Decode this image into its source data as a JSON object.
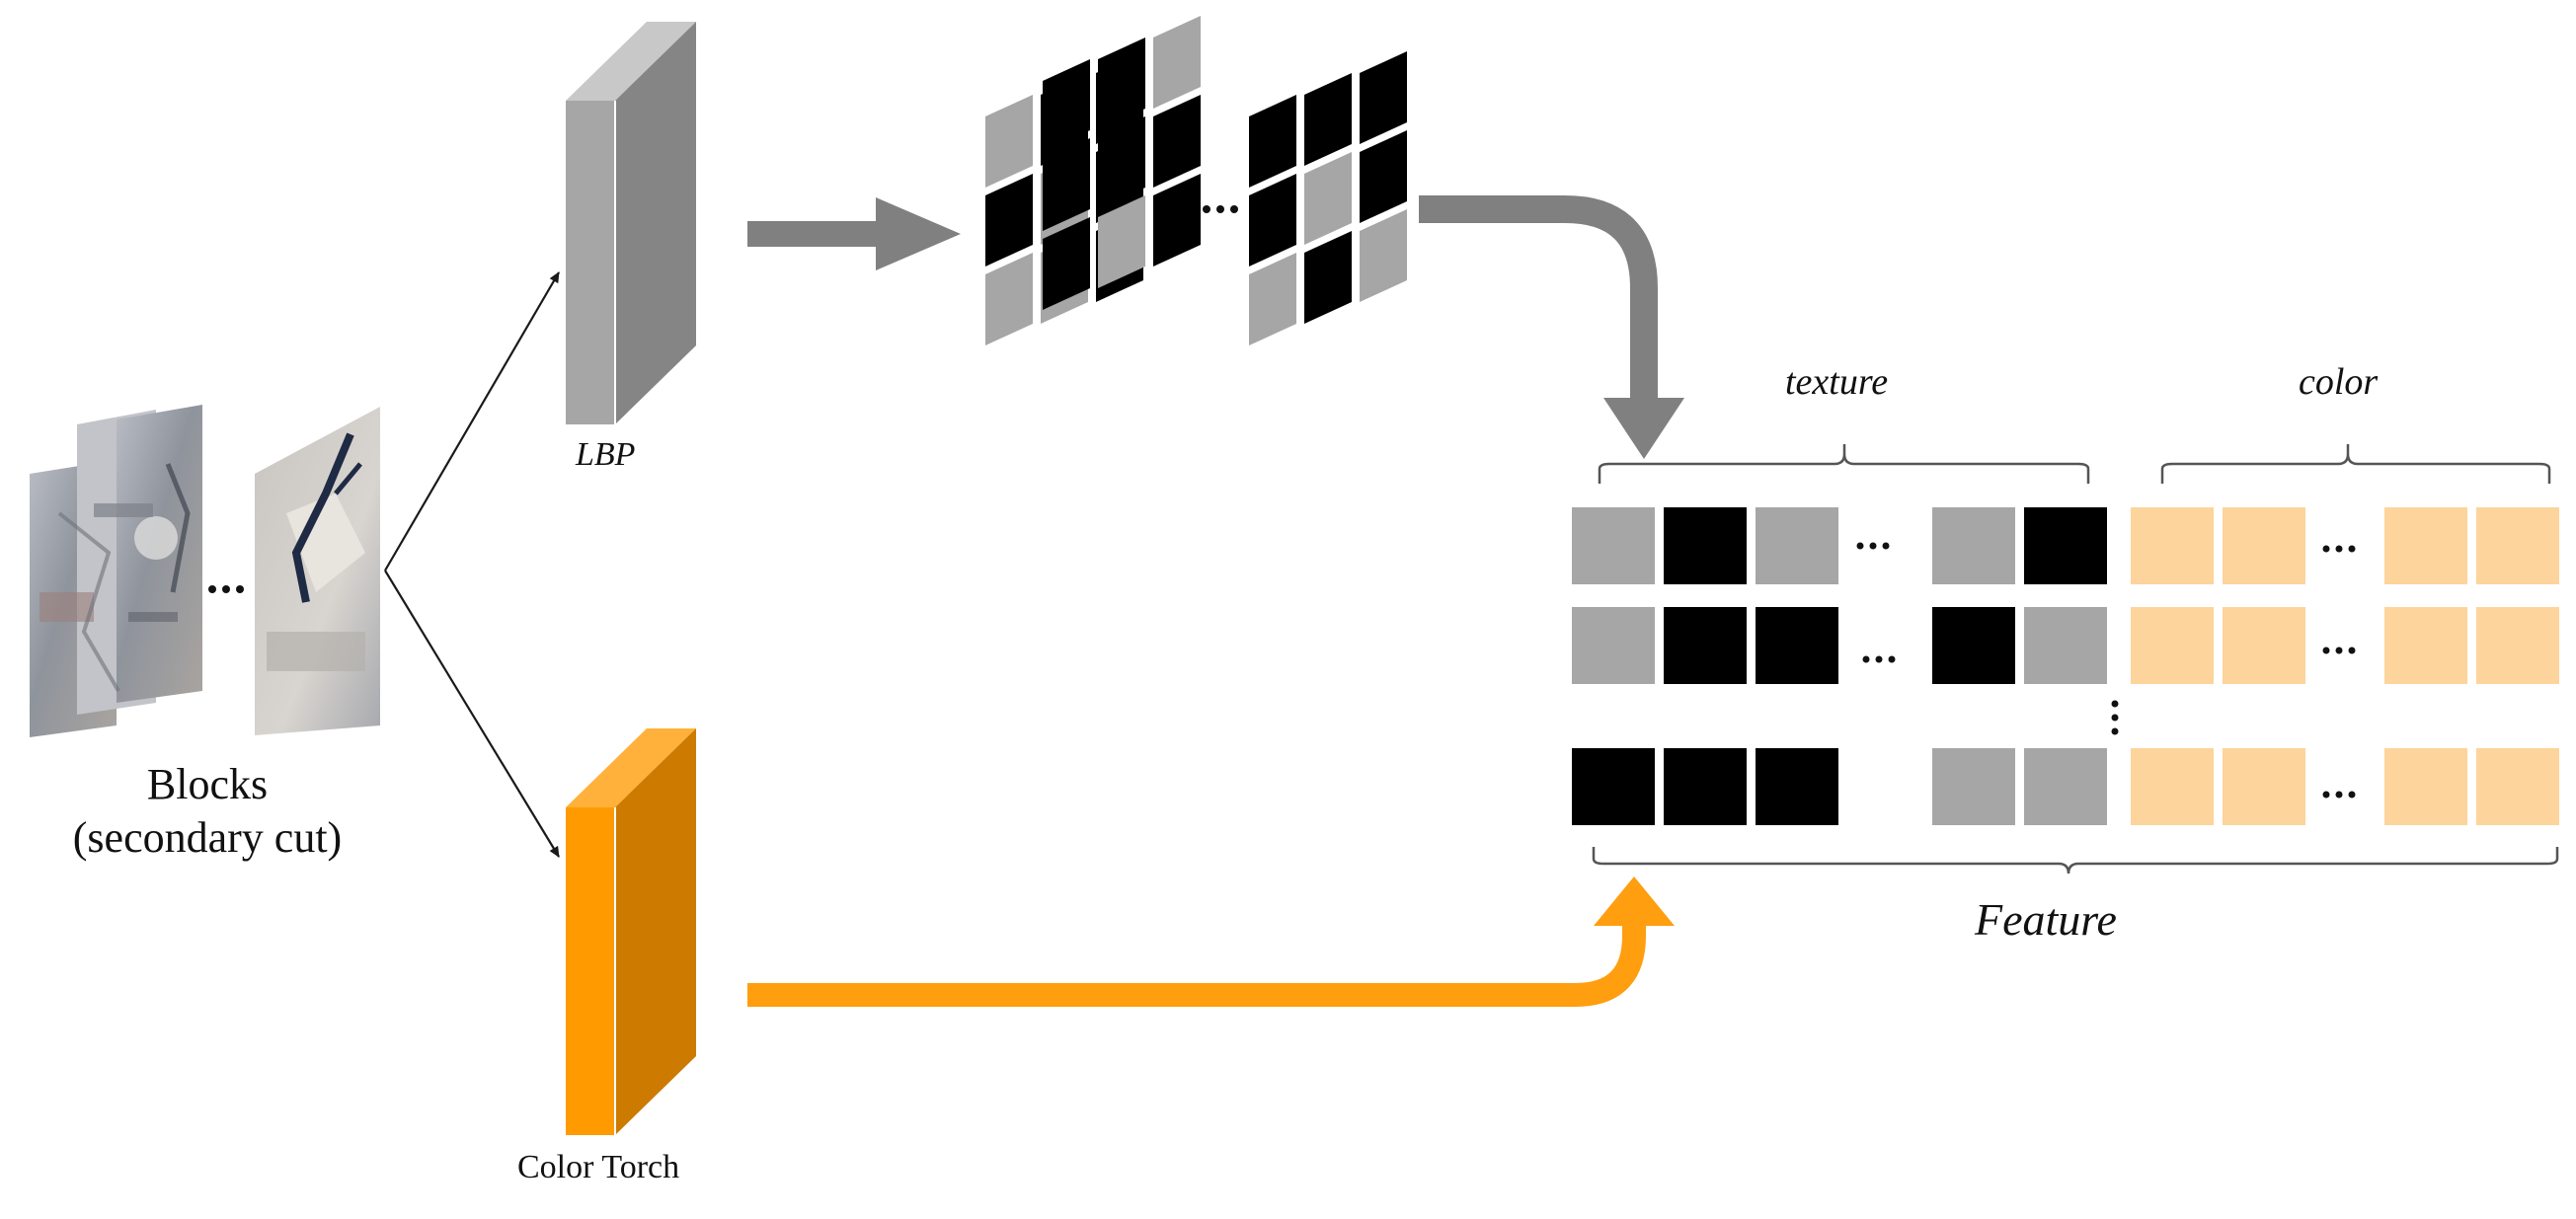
{
  "labels": {
    "blocks_line1": "Blocks",
    "blocks_line2": "(secondary cut)",
    "lbp": "LBP",
    "color_torch": "Color Torch",
    "texture": "texture",
    "color": "color",
    "feature": "Feature",
    "ellipsis": "···",
    "vertical_ellipsis": "⋮"
  },
  "colors": {
    "gray_arrow": "#808080",
    "orange_arrow": "#ff9e0f",
    "lbp_front": "#a6a6a6",
    "lbp_side": "#858585",
    "lbp_top": "#c8c8c8",
    "torch_front": "#ff9a00",
    "torch_side": "#cc7a00",
    "torch_top": "#ffb13b",
    "cell_black": "#000000",
    "cell_gray": "#a6a6a6",
    "cell_peach": "#fdd49b"
  },
  "texture_rows": [
    [
      "gray",
      "black",
      "gray",
      "gap",
      "gray",
      "black"
    ],
    [
      "gray",
      "black",
      "black",
      "gap",
      "black",
      "gray"
    ],
    [
      "black",
      "black",
      "black",
      "blank",
      "gray",
      "gray"
    ]
  ],
  "lbp_grid_a": [
    [
      "gray",
      "black",
      "black"
    ],
    [
      "black",
      "gray",
      "black"
    ],
    [
      "gray",
      "gray",
      "black"
    ]
  ],
  "lbp_grid_b": [
    [
      "black",
      "black",
      "gray"
    ],
    [
      "black",
      "black",
      "black"
    ],
    [
      "black",
      "gray",
      "black"
    ]
  ],
  "lbp_grid_c": [
    [
      "black",
      "black",
      "black"
    ],
    [
      "black",
      "gray",
      "black"
    ],
    [
      "gray",
      "black",
      "gray"
    ]
  ]
}
